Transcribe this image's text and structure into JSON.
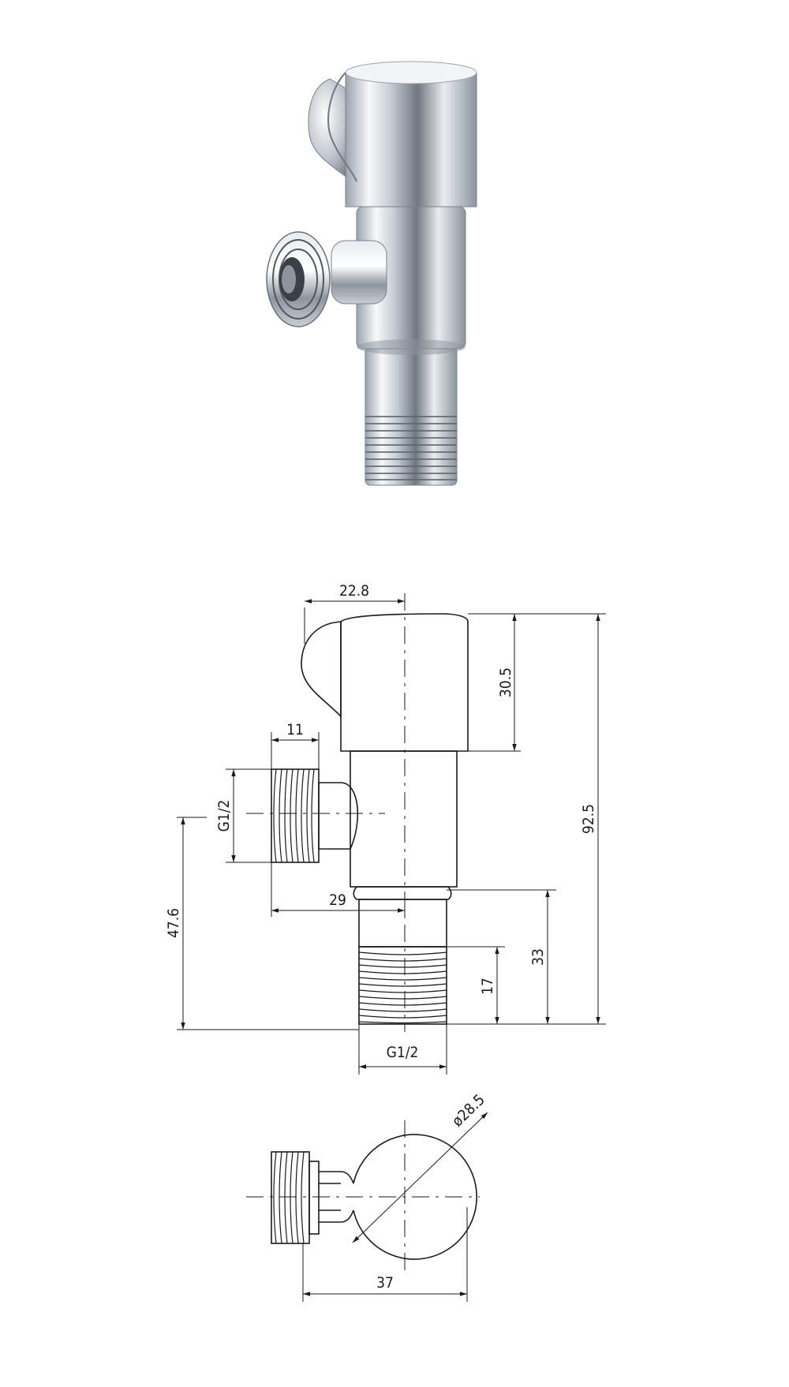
{
  "drawing": {
    "dimensions": {
      "top_width": "22.8",
      "handle_height": "30.5",
      "overall_height": "92.5",
      "inlet_length": "11",
      "inlet_thread": "G1/2",
      "inlet_offset": "29",
      "inlet_center_height": "47.6",
      "outlet_height": "33",
      "outlet_thread_length": "17",
      "outlet_thread": "G1/2",
      "handle_diameter": "ø28.5",
      "plan_width": "37"
    },
    "colors": {
      "line": "#1a1a1a",
      "chrome_light": "#f4f6f8",
      "chrome_dark": "#6f7780"
    }
  }
}
